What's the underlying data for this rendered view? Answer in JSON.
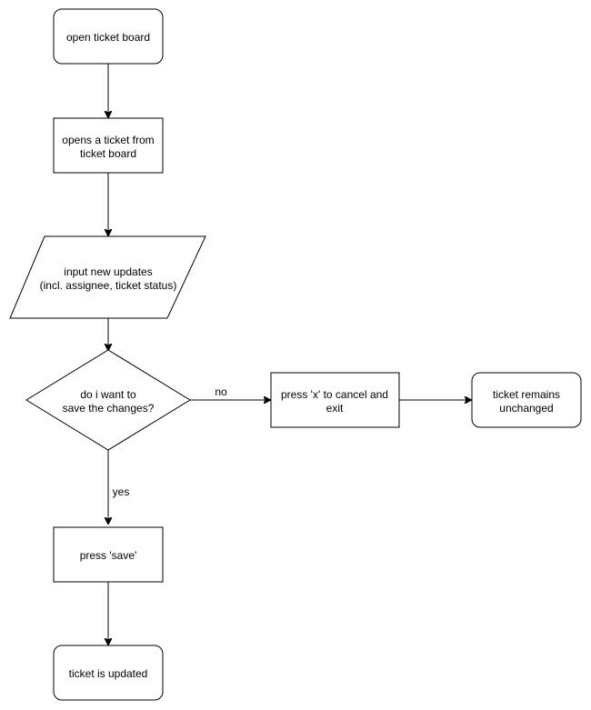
{
  "diagram": {
    "nodes": {
      "open_board": {
        "lines": [
          "open ticket board"
        ]
      },
      "open_ticket": {
        "lines": [
          "opens a ticket from",
          "ticket board"
        ]
      },
      "input_updates": {
        "lines": [
          "input new updates",
          "(incl. assignee, ticket status)"
        ]
      },
      "decision_save": {
        "lines": [
          "do i want to",
          "save the changes?"
        ]
      },
      "press_x": {
        "lines": [
          "press 'x' to cancel and",
          "exit"
        ]
      },
      "ticket_unchanged": {
        "lines": [
          "ticket remains",
          "unchanged"
        ]
      },
      "press_save": {
        "lines": [
          "press 'save'"
        ]
      },
      "ticket_updated": {
        "lines": [
          "ticket is updated"
        ]
      }
    },
    "edge_labels": {
      "no": "no",
      "yes": "yes"
    }
  }
}
